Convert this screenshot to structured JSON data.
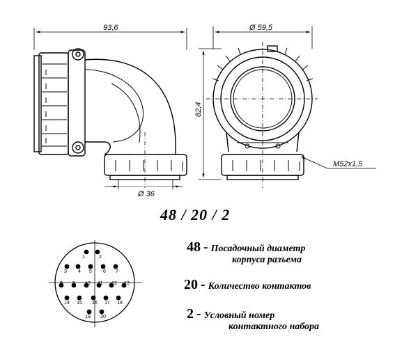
{
  "dimensions": {
    "width": "93,6",
    "outer_diameter": "Ø 59,5",
    "height": "82,4",
    "bottom_diameter": "Ø 36",
    "thread": "M52x1,5"
  },
  "code": "48 / 20 / 2",
  "legend": [
    {
      "num": "48",
      "dash": "-",
      "line1": "Посадочный диаметр",
      "line2": "корпуса разъема"
    },
    {
      "num": "20",
      "dash": "-",
      "line1": "Количество контактов",
      "line2": ""
    },
    {
      "num": "2",
      "dash": "-",
      "line1": "Условный номер",
      "line2": "контактного набора"
    }
  ],
  "pins": [
    {
      "n": "1"
    },
    {
      "n": "2"
    },
    {
      "n": "3"
    },
    {
      "n": "4"
    },
    {
      "n": "5"
    },
    {
      "n": "6"
    },
    {
      "n": "7"
    },
    {
      "n": "8"
    },
    {
      "n": "9"
    },
    {
      "n": "10"
    },
    {
      "n": "11"
    },
    {
      "n": "12"
    },
    {
      "n": "13"
    },
    {
      "n": "14"
    },
    {
      "n": "15"
    },
    {
      "n": "16"
    },
    {
      "n": "17"
    },
    {
      "n": "18"
    },
    {
      "n": "19"
    },
    {
      "n": "20"
    }
  ]
}
